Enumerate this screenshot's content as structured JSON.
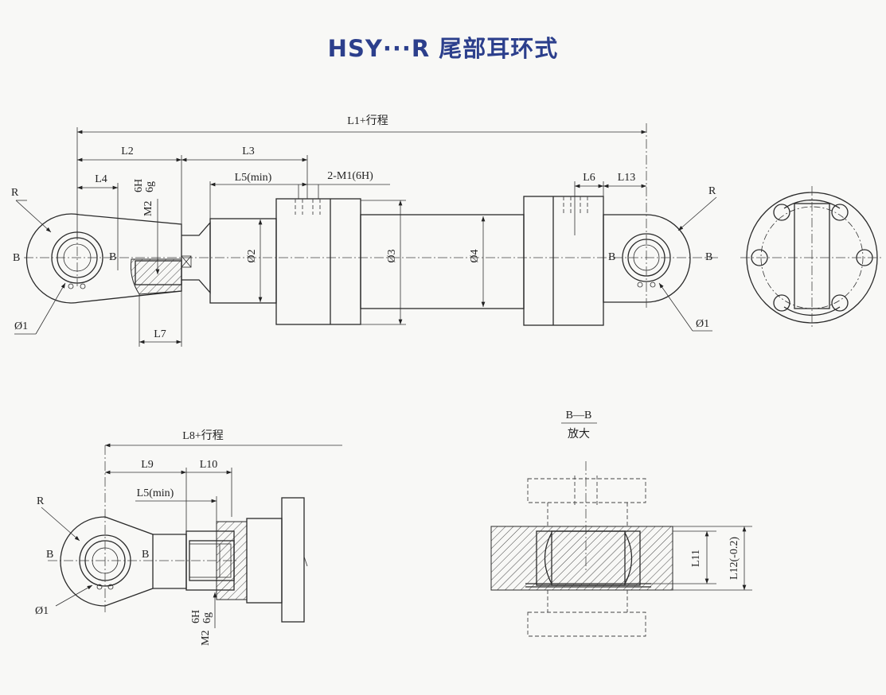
{
  "title": "HSY···R 尾部耳环式",
  "labels": {
    "L1": "L1+行程",
    "L2": "L2",
    "L3": "L3",
    "L4": "L4",
    "L5": "L5(min)",
    "M1": "2-M1(6H)",
    "L6": "L6",
    "L13": "L13",
    "M2": "M2",
    "fit": "6H",
    "fit2": "6g",
    "L7": "L7",
    "R": "R",
    "B": "B",
    "D1": "Ø1",
    "D1b": "Ø1",
    "D2": "Ø2",
    "D3": "Ø3",
    "D4": "Ø4",
    "L8": "L8+行程",
    "L9": "L9",
    "L10": "L10",
    "L5b": "L5(min)",
    "BB": "B—B",
    "zoom": "放大",
    "L11": "L11",
    "L12": "L12(-0.2)"
  }
}
